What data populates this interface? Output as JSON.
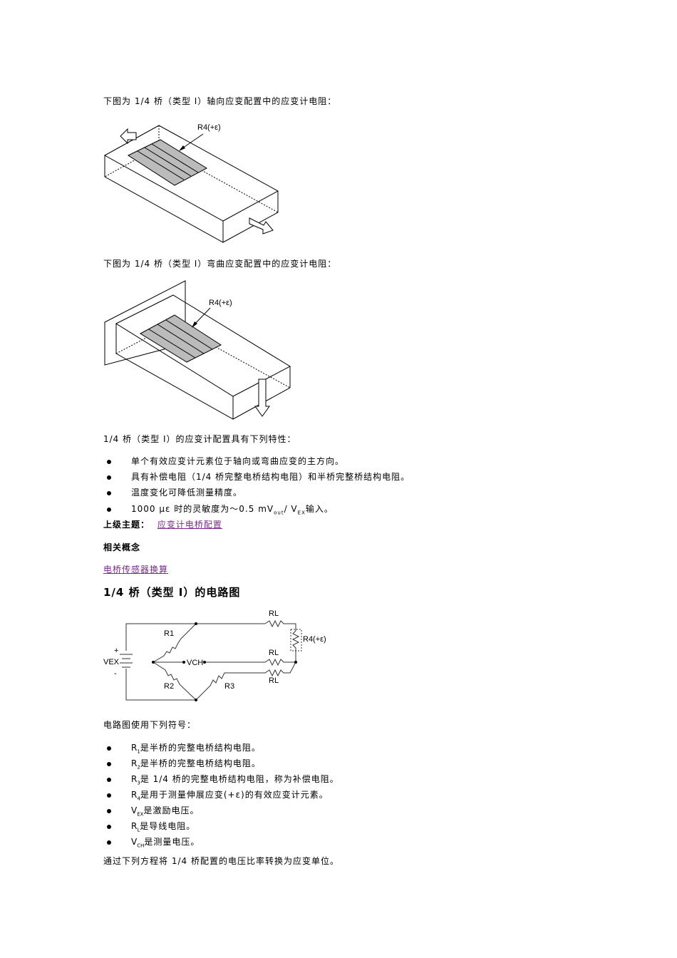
{
  "intro_axial": "下图为 1/4 桥（类型 I）轴向应变配置中的应变计电阻：",
  "intro_bending": "下图为 1/4 桥（类型 I）弯曲应变配置中的应变计电阻：",
  "figure_label": "R4(+ε)",
  "characteristics_title": "1/4 桥（类型 I）的应变计配置具有下列特性：",
  "characteristics": [
    "单个有效应变计元素位于轴向或弯曲应变的主方向。",
    "具有补偿电阻（1/4 桥完整电桥结构电阻）和半桥完整桥结构电阻。",
    "温度变化可降低测量精度。"
  ],
  "sensitivity": {
    "prefix": "1000 με 时的灵敏度为～0.5 mV",
    "sub1": "out",
    "mid": "/ V",
    "sub2": "EX",
    "suffix": "输入。"
  },
  "parent_topic_label": "上级主题：",
  "parent_topic_link": "应变计电桥配置",
  "related_title": "相关概念",
  "related_link": "电桥传感器换算",
  "circuit_heading": "1/4 桥（类型 I）的电路图",
  "circuit_labels": {
    "vex": "VEX",
    "vch": "VCH",
    "r1": "R1",
    "r2": "R2",
    "r3": "R3",
    "r4": "R4(+ε)",
    "rl": "RL"
  },
  "symbols_title": "电路图使用下列符号：",
  "symbols": [
    {
      "sym": "R",
      "sub": "1",
      "text": "是半桥的完整电桥结构电阻。"
    },
    {
      "sym": "R",
      "sub": "2",
      "text": "是半桥的完整电桥结构电阻。"
    },
    {
      "sym": "R",
      "sub": "3",
      "text": "是 1/4 桥的完整电桥结构电阻，称为补偿电阻。"
    },
    {
      "sym": "R",
      "sub": "4",
      "text": "是用于测量伸展应变(+ε)的有效应变计元素。"
    },
    {
      "sym": "V",
      "sub": "EX",
      "text": "是激励电压。"
    },
    {
      "sym": "R",
      "sub": "L",
      "text": "是导线电阻。"
    },
    {
      "sym": "V",
      "sub": "CH",
      "text": "是测量电压。"
    }
  ],
  "conversion_text": "通过下列方程将 1/4 桥配置的电压比率转换为应变单位。"
}
